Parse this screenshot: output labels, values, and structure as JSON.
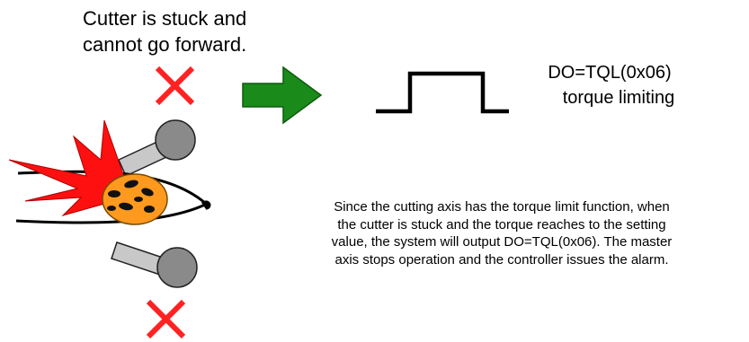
{
  "caption": {
    "line1": "Cutter is stuck and",
    "line2": "cannot go forward."
  },
  "signal": {
    "label_line1": "DO=TQL(0x06)",
    "label_line2": "torque limiting"
  },
  "explanation": {
    "line1": "Since the cutting axis has the torque limit function, when",
    "line2": "the cutter is stuck and the torque reaches to the setting",
    "line3": "value, the system will output DO=TQL(0x06). The master",
    "line4": "axis stops operation and the controller issues the alarm."
  },
  "colors": {
    "cross": "#ff2222",
    "arrow": "#1a8a1a",
    "cutter_ball": "#8a8a8a",
    "burst": "#ff1010",
    "orange_blob": "#ff9a1e",
    "signal_line": "#000000"
  },
  "icons": {
    "top_marker": "red-x-icon",
    "bottom_marker": "red-x-icon",
    "transition": "green-right-arrow-icon",
    "impact": "red-burst-icon"
  }
}
